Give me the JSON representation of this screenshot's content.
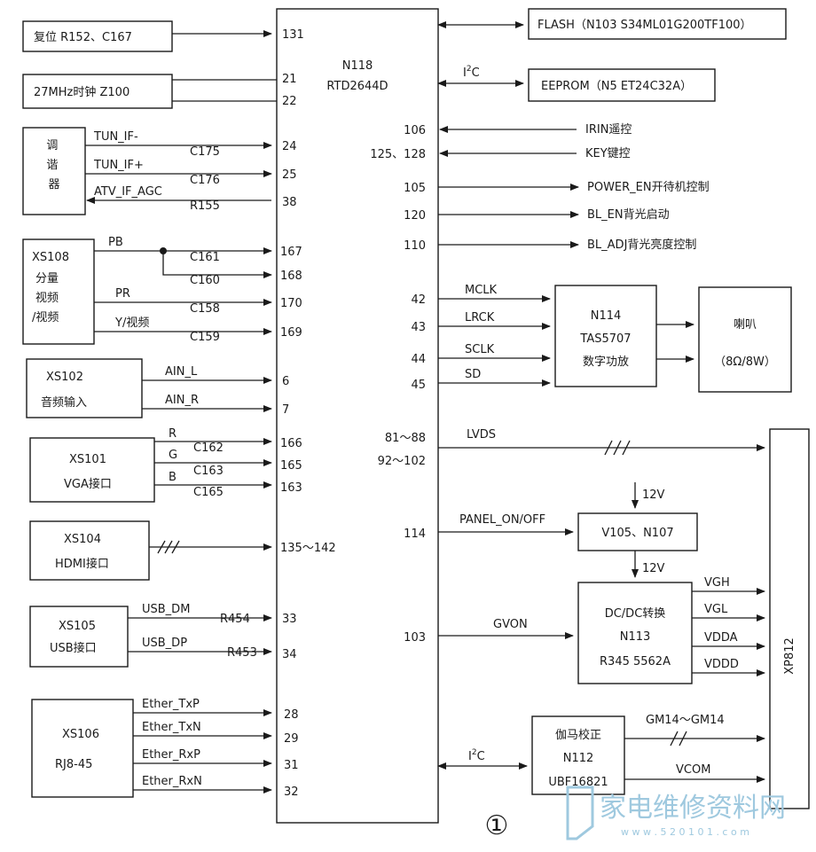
{
  "chip": {
    "name": "N118",
    "model": "RTD2644D"
  },
  "reset": {
    "label": "复位 R152、C167",
    "pin": "131"
  },
  "clock": {
    "label": "27MHz时钟 Z100",
    "pin_a": "21",
    "pin_b": "22"
  },
  "tuner": {
    "label": "调谐器",
    "signals": [
      {
        "net": "TUN_IF-",
        "part": "C175",
        "pin": "24"
      },
      {
        "net": "TUN_IF+",
        "part": "C176",
        "pin": "25"
      },
      {
        "net": "ATV_IF_AGC",
        "part": "R155",
        "pin": "38"
      }
    ]
  },
  "xs108": {
    "id": "XS108",
    "desc": "分量视频/视频",
    "lines": [
      "分量",
      "视频",
      "/视频"
    ],
    "net_pb": "PB",
    "net_pr": "PR",
    "net_y": "Y/视频",
    "signals": [
      {
        "part": "C161",
        "pin": "167"
      },
      {
        "part": "C160",
        "pin": "168"
      },
      {
        "part": "C158",
        "pin": "170"
      },
      {
        "part": "C159",
        "pin": "169"
      }
    ]
  },
  "xs102": {
    "id": "XS102",
    "desc": "音频输入",
    "signals": [
      {
        "net": "AIN_L",
        "pin": "6"
      },
      {
        "net": "AIN_R",
        "pin": "7"
      }
    ]
  },
  "xs101": {
    "id": "XS101",
    "desc": "VGA接口",
    "signals": [
      {
        "net": "R",
        "part": "C162",
        "pin": "166"
      },
      {
        "net": "G",
        "part": "C163",
        "pin": "165"
      },
      {
        "net": "B",
        "part": "C165",
        "pin": "163"
      }
    ]
  },
  "xs104": {
    "id": "XS104",
    "desc": "HDMI接口",
    "pin": "135～142"
  },
  "xs105": {
    "id": "XS105",
    "desc": "USB接口",
    "signals": [
      {
        "net": "USB_DM",
        "part": "R454",
        "pin": "33"
      },
      {
        "net": "USB_DP",
        "part": "R453",
        "pin": "34"
      }
    ]
  },
  "xs106": {
    "id": "XS106",
    "desc": "RJ8-45",
    "signals": [
      {
        "net": "Ether_TxP",
        "pin": "28"
      },
      {
        "net": "Ether_TxN",
        "pin": "29"
      },
      {
        "net": "Ether_RxP",
        "pin": "31"
      },
      {
        "net": "Ether_RxN",
        "pin": "32"
      }
    ]
  },
  "flash": {
    "label": "FLASH（N103 S34ML01G200TF100）"
  },
  "eeprom": {
    "label": "EEPROM（N5 ET24C32A）",
    "bus": "I",
    "bus_sup": "2",
    "bus_tail": "C"
  },
  "right_signals": [
    {
      "pin": "106",
      "label": "IRIN遥控"
    },
    {
      "pin": "125、128",
      "label": "KEY键控"
    },
    {
      "pin": "105",
      "label": "POWER_EN开待机控制"
    },
    {
      "pin": "120",
      "label": "BL_EN背光启动"
    },
    {
      "pin": "110",
      "label": "BL_ADJ背光亮度控制"
    }
  ],
  "audio_bus": [
    {
      "pin": "42",
      "net": "MCLK"
    },
    {
      "pin": "43",
      "net": "LRCK"
    },
    {
      "pin": "44",
      "net": "SCLK"
    },
    {
      "pin": "45",
      "net": "SD"
    }
  ],
  "amp": {
    "id": "N114",
    "model": "TAS5707",
    "desc": "数字功放"
  },
  "speaker": {
    "label": "喇叭",
    "spec": "（8Ω/8W）"
  },
  "lvds": {
    "pin_a": "81～88",
    "pin_b": "92～102",
    "net": "LVDS"
  },
  "panel": {
    "pin": "114",
    "net": "PANEL_ON/OFF",
    "box": "V105、N107",
    "v_in": "12V",
    "v_out": "12V"
  },
  "dcdc": {
    "pin": "103",
    "net": "GVON",
    "line1": "DC/DC转换",
    "line2": "N113",
    "line3": "R345 5562A",
    "outputs": [
      "VGH",
      "VGL",
      "VDDA",
      "VDDD"
    ]
  },
  "gamma": {
    "line1": "伽马校正",
    "line2": "N112",
    "line3": "UBF16821",
    "bus": "I",
    "bus_sup": "2",
    "bus_tail": "C",
    "net_gm": "GM14～GM14",
    "net_vcom": "VCOM"
  },
  "connector": {
    "id": "XP812"
  },
  "figure": {
    "label": "①"
  },
  "watermark": {
    "text": "家电维修资料网",
    "url": "w w w . 5 2 0 1 0 1 . c o m"
  }
}
